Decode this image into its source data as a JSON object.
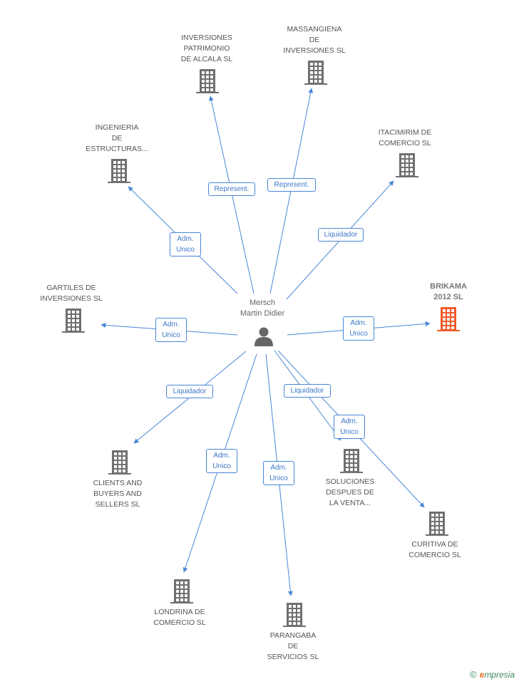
{
  "center_person": {
    "name_line1": "Mersch",
    "name_line2": "Martin Didier",
    "icon": "person-icon"
  },
  "colors": {
    "edge": "#4a86d8",
    "building": "#707070",
    "highlight": "#f05a28"
  },
  "nodes": [
    {
      "id": "inversiones-patrimonio",
      "lines": [
        "INVERSIONES",
        "PATRIMONIO",
        "DE ALCALA  SL"
      ],
      "icon": "building-icon",
      "highlight": false
    },
    {
      "id": "massangiena",
      "lines": [
        "MASSANGIENA",
        "DE",
        "INVERSIONES SL"
      ],
      "icon": "building-icon",
      "highlight": false
    },
    {
      "id": "ingenieria",
      "lines": [
        "INGENIERIA",
        "DE",
        "ESTRUCTURAS..."
      ],
      "icon": "building-icon",
      "highlight": false
    },
    {
      "id": "itacimirim",
      "lines": [
        "ITACIMIRIM DE",
        "COMERCIO SL"
      ],
      "icon": "building-icon",
      "highlight": false
    },
    {
      "id": "gartiles",
      "lines": [
        "GARTILES DE",
        "INVERSIONES SL"
      ],
      "icon": "building-icon",
      "highlight": false
    },
    {
      "id": "brikama",
      "lines": [
        "BRIKAMA",
        "2012 SL"
      ],
      "icon": "building-icon",
      "highlight": true
    },
    {
      "id": "clients",
      "lines": [
        "CLIENTS AND",
        "BUYERS AND",
        "SELLERS SL"
      ],
      "icon": "building-icon",
      "highlight": false
    },
    {
      "id": "soluciones",
      "lines": [
        "SOLUCIONES",
        "DESPUES DE",
        "LA VENTA..."
      ],
      "icon": "building-icon",
      "highlight": false
    },
    {
      "id": "curitiva",
      "lines": [
        "CURITIVA DE",
        "COMERCIO SL"
      ],
      "icon": "building-icon",
      "highlight": false
    },
    {
      "id": "londrina",
      "lines": [
        "LONDRINA DE",
        "COMERCIO SL"
      ],
      "icon": "building-icon",
      "highlight": false
    },
    {
      "id": "parangaba",
      "lines": [
        "PARANGABA",
        "DE",
        "SERVICIOS SL"
      ],
      "icon": "building-icon",
      "highlight": false
    }
  ],
  "relations": [
    {
      "to": "inversiones-patrimonio",
      "lines": [
        "Represent."
      ]
    },
    {
      "to": "massangiena",
      "lines": [
        "Represent."
      ]
    },
    {
      "to": "ingenieria",
      "lines": [
        "Adm.",
        "Unico"
      ]
    },
    {
      "to": "itacimirim",
      "lines": [
        "Liquidador"
      ]
    },
    {
      "to": "gartiles",
      "lines": [
        "Adm.",
        "Unico"
      ]
    },
    {
      "to": "brikama",
      "lines": [
        "Adm.",
        "Unico"
      ]
    },
    {
      "to": "clients",
      "lines": [
        "Liquidador"
      ]
    },
    {
      "to": "soluciones",
      "lines": [
        "Adm.",
        "Unico"
      ]
    },
    {
      "to": "curitiva",
      "lines": [
        "Liquidador"
      ]
    },
    {
      "to": "londrina",
      "lines": [
        "Adm.",
        "Unico"
      ]
    },
    {
      "to": "parangaba",
      "lines": [
        "Adm.",
        "Unico"
      ]
    }
  ],
  "footer": {
    "copyright": "©",
    "brand_first": "e",
    "brand_rest": "mpresia"
  }
}
